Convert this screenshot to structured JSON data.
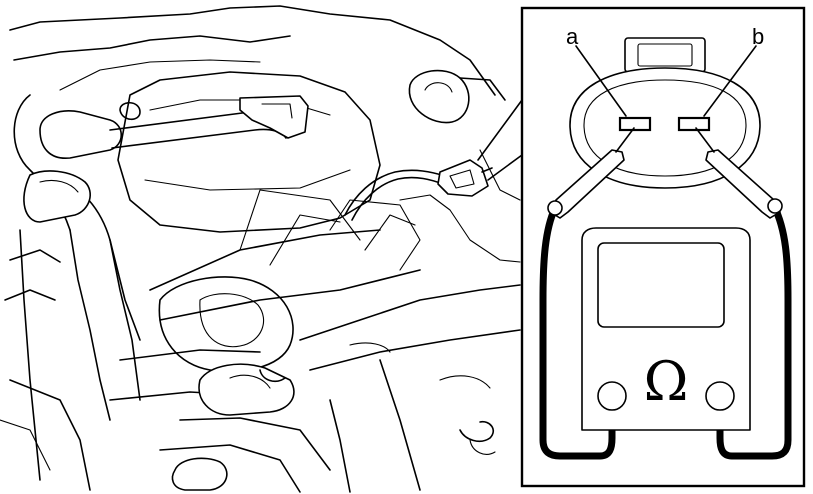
{
  "labels": {
    "terminal_a": "a",
    "terminal_b": "b",
    "meter_symbol": "Ω"
  }
}
